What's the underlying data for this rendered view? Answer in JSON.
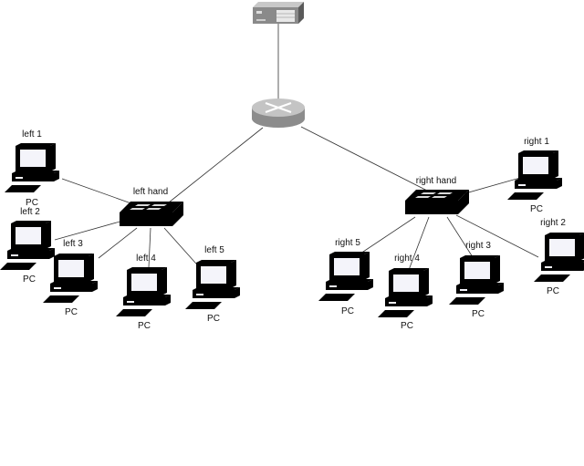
{
  "colors": {
    "left_group": "#6666ee",
    "right_group": "#ee5f7e",
    "core": "#9a9a9a"
  },
  "left_switch": {
    "label": "left hand"
  },
  "right_switch": {
    "label": "right hand"
  },
  "left_pcs": [
    {
      "name": "left 1",
      "type": "PC"
    },
    {
      "name": "left 2",
      "type": "PC"
    },
    {
      "name": "left 3",
      "type": "PC"
    },
    {
      "name": "left 4",
      "type": "PC"
    },
    {
      "name": "left 5",
      "type": "PC"
    }
  ],
  "right_pcs": [
    {
      "name": "right 1",
      "type": "PC"
    },
    {
      "name": "right 2",
      "type": "PC"
    },
    {
      "name": "right 3",
      "type": "PC"
    },
    {
      "name": "right 4",
      "type": "PC"
    },
    {
      "name": "right 5",
      "type": "PC"
    }
  ]
}
